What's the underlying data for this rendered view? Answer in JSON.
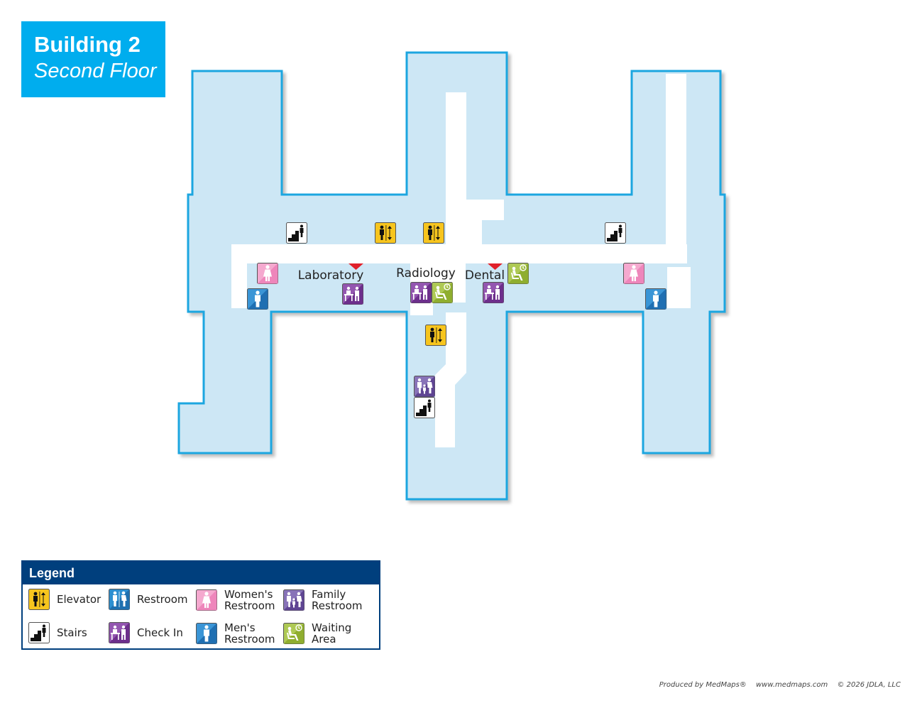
{
  "header": {
    "building": "Building 2",
    "floor": "Second Floor"
  },
  "rooms": [
    {
      "id": "laboratory",
      "label": "Laboratory"
    },
    {
      "id": "radiology",
      "label": "Radiology"
    },
    {
      "id": "dental",
      "label": "Dental"
    }
  ],
  "legend": {
    "title": "Legend",
    "items": [
      {
        "icon": "elevator-icon",
        "label": "Elevator"
      },
      {
        "icon": "restroom-icon",
        "label": "Restroom"
      },
      {
        "icon": "womens-restroom-icon",
        "label": "Women's Restroom"
      },
      {
        "icon": "family-restroom-icon",
        "label": "Family Restroom"
      },
      {
        "icon": "stairs-icon",
        "label": "Stairs"
      },
      {
        "icon": "check-in-icon",
        "label": "Check In"
      },
      {
        "icon": "mens-restroom-icon",
        "label": "Men's Restroom"
      },
      {
        "icon": "waiting-area-icon",
        "label": "Waiting Area"
      }
    ]
  },
  "footer": {
    "produced_by": "Produced by MedMaps®",
    "website": "www.medmaps.com",
    "copyright": "© 2026 JDLA, LLC"
  },
  "colors": {
    "floor_fill": "#cde7f5",
    "outline": "#1ba6e0",
    "title_bg": "#00adee",
    "legend_header": "#003f7d",
    "elevator": "#f7c51e",
    "restroom": "#2e8fd0",
    "womens": "#f08fbf",
    "family": "#6a4c9c",
    "stairs": "#ffffff",
    "check_in": "#7b3f98",
    "mens": "#1f78c1",
    "waiting": "#9cbd3b",
    "marker": "#e0202a"
  }
}
